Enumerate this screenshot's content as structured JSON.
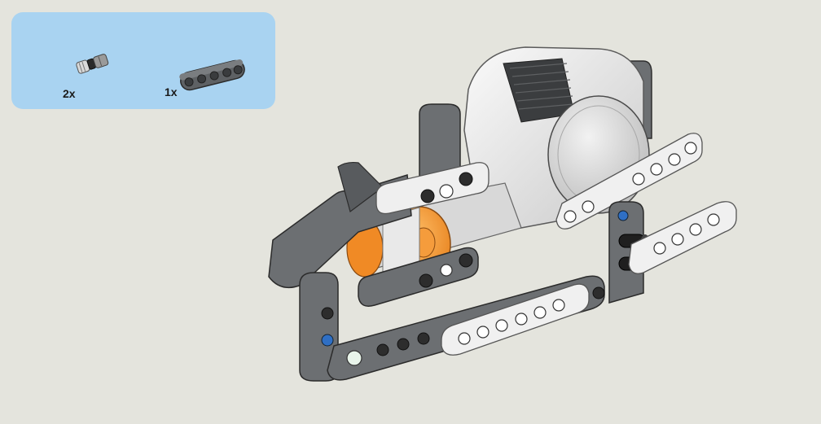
{
  "parts_list": {
    "items": [
      {
        "name": "friction-pin",
        "count": "2x"
      },
      {
        "name": "liftarm-5",
        "count": "1x"
      }
    ]
  },
  "colors": {
    "background": "#e4e4dd",
    "panel": "#a9d3f1",
    "dark_gray": "#6f7275",
    "light_gray": "#eeeeee",
    "motor_orange": "#f5a13a",
    "pin_blue": "#2f6fc4",
    "pin_black": "#1c1c1c"
  }
}
